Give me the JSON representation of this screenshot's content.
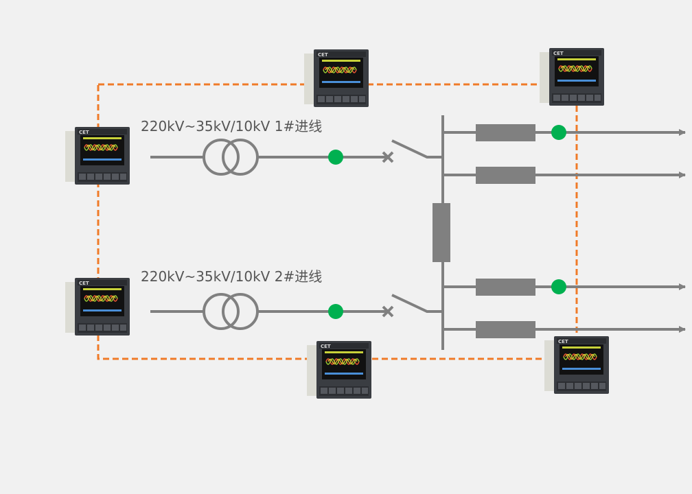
{
  "labels": {
    "incoming_line_1": "220kV~35kV/10kV 1#进线",
    "incoming_line_2": "220kV~35kV/10kV 2#进线"
  },
  "device_brand_text": "CET",
  "colors": {
    "background": "#f1f1f1",
    "line": "#808080",
    "communication_bus": "#f07a28",
    "status_closed": "#00b050"
  },
  "icons": [
    "power-meter-icon",
    "transformer-icon",
    "breaker-icon",
    "switch-icon",
    "reactor-icon",
    "arrow-icon"
  ]
}
